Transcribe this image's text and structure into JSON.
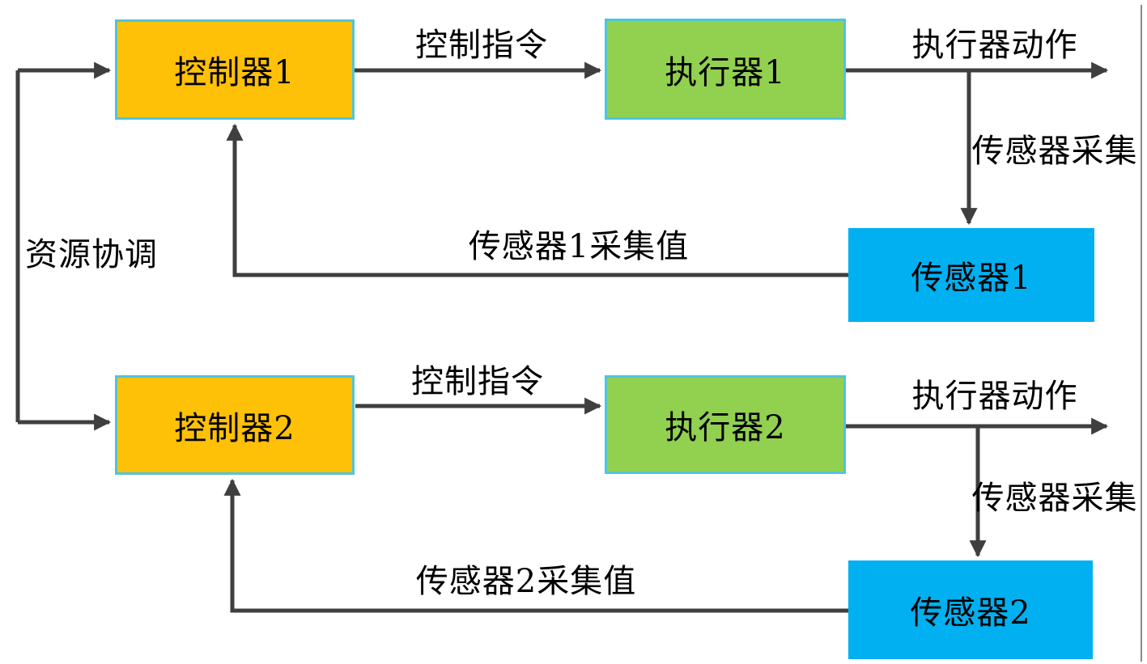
{
  "colors": {
    "controller_fill": "#ffc008",
    "actuator_fill": "#92d050",
    "sensor_fill": "#00b0f0",
    "box_border": "#4ec5dc",
    "line": "#3f3f3f",
    "text": "#000000",
    "frame_border": "#8a8a8a",
    "background": "#ffffff"
  },
  "nodes": {
    "controller1": {
      "label": "控制器1"
    },
    "actuator1": {
      "label": "执行器1"
    },
    "sensor1": {
      "label": "传感器1"
    },
    "controller2": {
      "label": "控制器2"
    },
    "actuator2": {
      "label": "执行器2"
    },
    "sensor2": {
      "label": "传感器2"
    }
  },
  "edge_labels": {
    "resource_coordination": "资源协调",
    "control_command_1": "控制指令",
    "actuator_action_1": "执行器动作",
    "sensor_capture_1": "传感器采集",
    "sensor1_value": "传感器1采集值",
    "control_command_2": "控制指令",
    "actuator_action_2": "执行器动作",
    "sensor_capture_2": "传感器采集",
    "sensor2_value": "传感器2采集值"
  }
}
